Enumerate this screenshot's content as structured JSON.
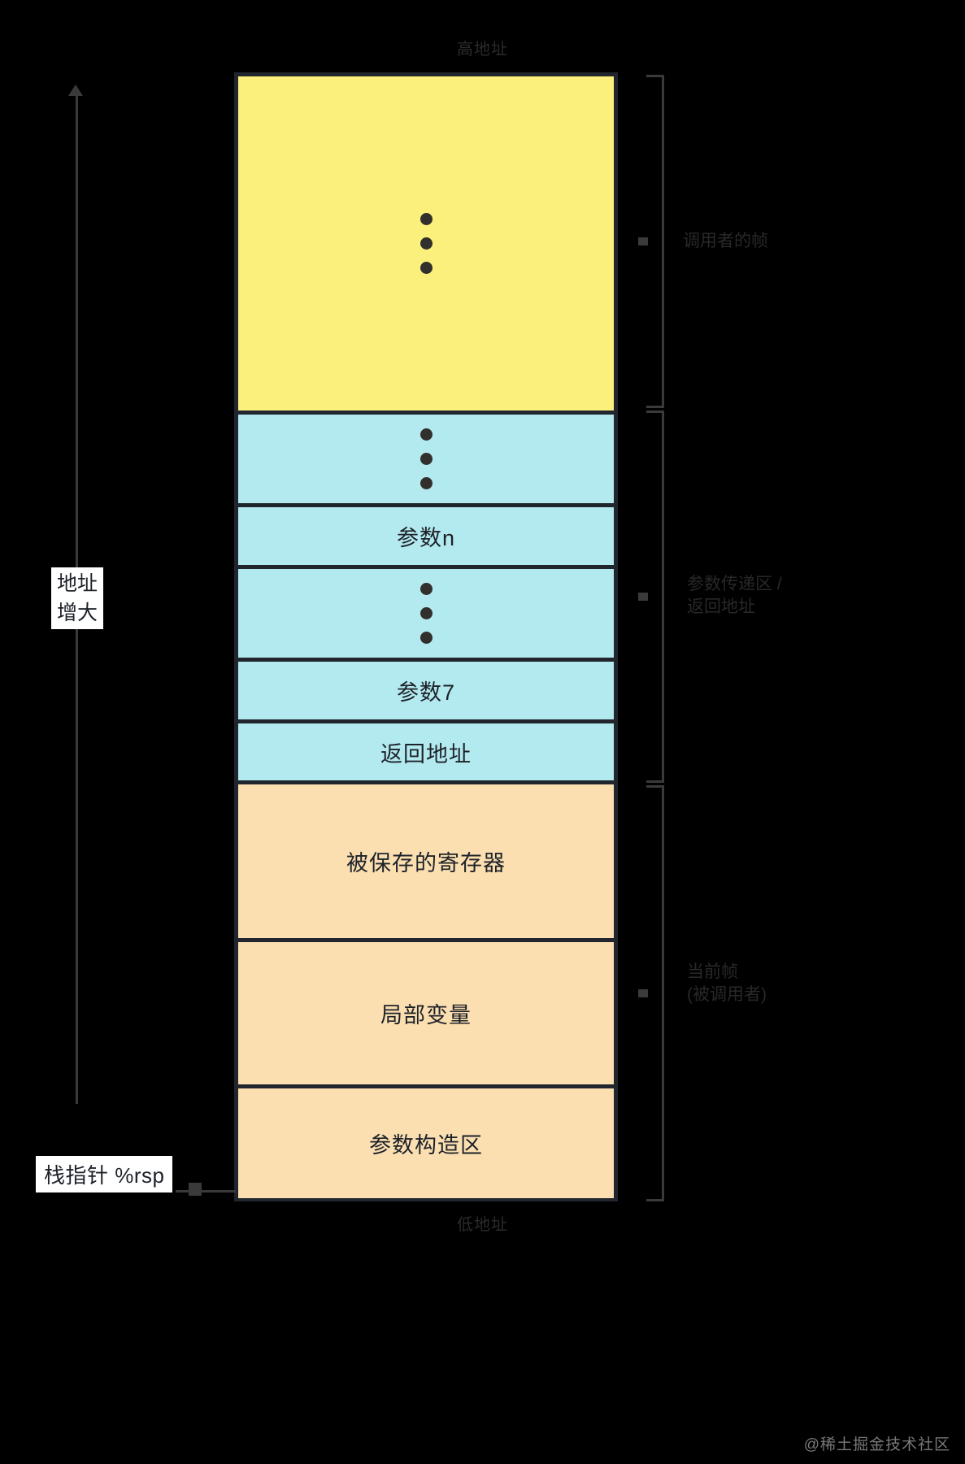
{
  "diagram": {
    "caption_top": "高地址",
    "caption_bottom": "低地址",
    "axis_label": "地址\n增大",
    "stack_pointer_label": "栈指针 %rsp",
    "watermark": "@稀土掘金技术社区",
    "colors": {
      "caller_frame": "#FCF07C",
      "argument_area": "#B3EAEF",
      "current_frame": "#FBDFB1",
      "border": "#21262E",
      "text": "#1d2229",
      "axis": "#3a3a3a"
    },
    "cells": [
      {
        "id": "caller-frame-body",
        "label": "",
        "kind": "ellipsis",
        "color": "caller_frame"
      },
      {
        "id": "arg-ellipsis-upper",
        "label": "",
        "kind": "ellipsis",
        "color": "argument_area"
      },
      {
        "id": "arg-n",
        "label": "参数n",
        "kind": "text",
        "color": "argument_area"
      },
      {
        "id": "arg-ellipsis-lower",
        "label": "",
        "kind": "ellipsis",
        "color": "argument_area"
      },
      {
        "id": "arg-7",
        "label": "参数7",
        "kind": "text",
        "color": "argument_area"
      },
      {
        "id": "return-address",
        "label": "返回地址",
        "kind": "text",
        "color": "argument_area"
      },
      {
        "id": "saved-registers",
        "label": "被保存的寄存器",
        "kind": "text",
        "color": "current_frame"
      },
      {
        "id": "local-variables",
        "label": "局部变量",
        "kind": "text",
        "color": "current_frame"
      },
      {
        "id": "argument-build-area",
        "label": "参数构造区",
        "kind": "text",
        "color": "current_frame"
      }
    ],
    "brackets": [
      {
        "id": "caller-frame",
        "label": "调用者的帧"
      },
      {
        "id": "argument-area",
        "label": "参数传递区 /\n返回地址"
      },
      {
        "id": "current-frame",
        "label": "当前帧\n(被调用者)"
      }
    ]
  }
}
